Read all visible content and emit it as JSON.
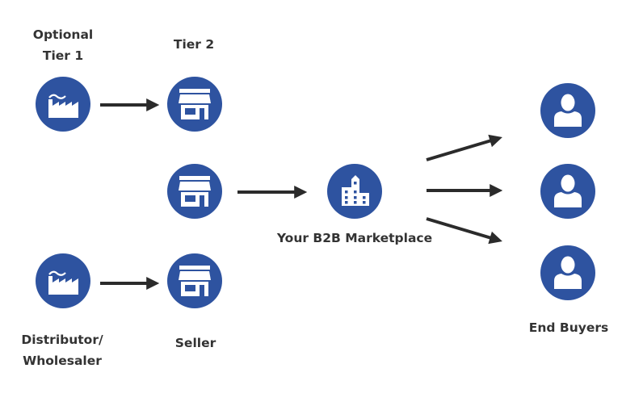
{
  "diagram": {
    "title": "B2B Marketplace supply chain",
    "colors": {
      "node_fill": "#2e53a0",
      "icon": "#ffffff",
      "arrow": "#2b2b2b",
      "text": "#333333"
    },
    "labels": {
      "optional_tier1": "Optional\nTier 1",
      "tier2": "Tier 2",
      "marketplace": "Your B2B Marketplace",
      "distributor": "Distributor/\nWholesaler",
      "seller": "Seller",
      "end_buyers": "End Buyers"
    },
    "nodes": [
      {
        "id": "factory-1",
        "icon": "factory-icon"
      },
      {
        "id": "store-tier2",
        "icon": "store-icon"
      },
      {
        "id": "store-middle",
        "icon": "store-icon"
      },
      {
        "id": "marketplace",
        "icon": "building-icon"
      },
      {
        "id": "factory-2",
        "icon": "factory-icon"
      },
      {
        "id": "store-seller",
        "icon": "store-icon"
      },
      {
        "id": "buyer-1",
        "icon": "user-icon"
      },
      {
        "id": "buyer-2",
        "icon": "user-icon"
      },
      {
        "id": "buyer-3",
        "icon": "user-icon"
      }
    ],
    "edges": [
      {
        "from": "factory-1",
        "to": "store-tier2"
      },
      {
        "from": "store-middle",
        "to": "marketplace"
      },
      {
        "from": "factory-2",
        "to": "store-seller"
      },
      {
        "from": "marketplace",
        "to": "buyer-1"
      },
      {
        "from": "marketplace",
        "to": "buyer-2"
      },
      {
        "from": "marketplace",
        "to": "buyer-3"
      }
    ]
  }
}
